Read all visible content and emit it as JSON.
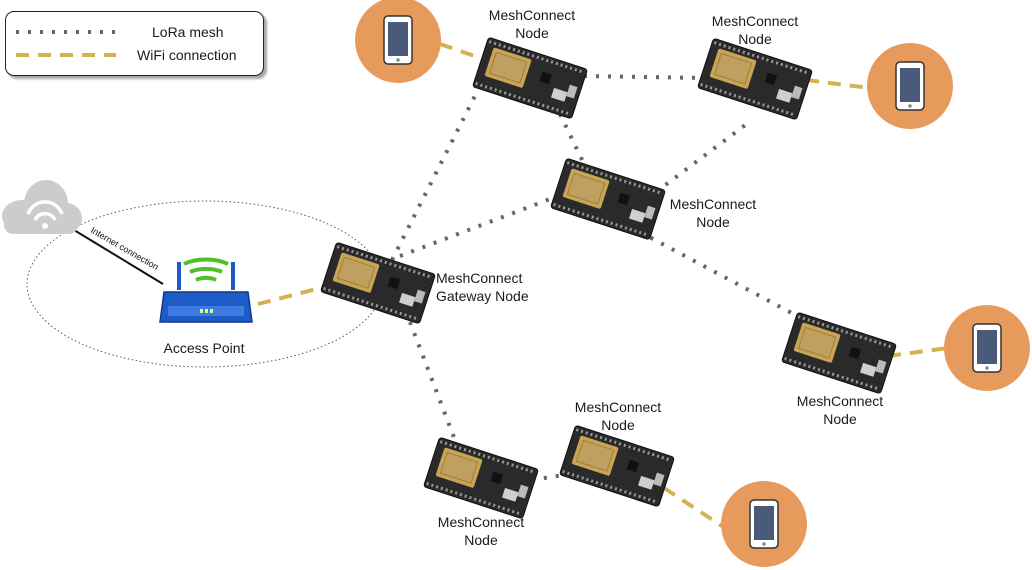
{
  "legend": {
    "lora_label": "LoRa mesh",
    "wifi_label": "WiFi connection"
  },
  "colors": {
    "lora_line": "#666666",
    "wifi_line": "#d4b24f",
    "phone_circle": "#e69a5c",
    "router_body": "#1e5bc6",
    "wifi_arcs": "#4fc02a",
    "cloud": "#cccccc",
    "board": "#2a2a2a"
  },
  "nodes": {
    "gateway": {
      "line1": "MeshConnect",
      "line2": "Gateway Node"
    },
    "top_left": {
      "line1": "MeshConnect",
      "line2": "Node"
    },
    "top_right": {
      "line1": "MeshConnect",
      "line2": "Node"
    },
    "center": {
      "line1": "MeshConnect",
      "line2": "Node"
    },
    "right": {
      "line1": "MeshConnect",
      "line2": "Node"
    },
    "bottom_left": {
      "line1": "MeshConnect",
      "line2": "Node"
    },
    "bottom_mid": {
      "line1": "MeshConnect",
      "line2": "Node"
    }
  },
  "access_point": {
    "label": "Access Point"
  },
  "internet": {
    "label": "Internet connection"
  }
}
